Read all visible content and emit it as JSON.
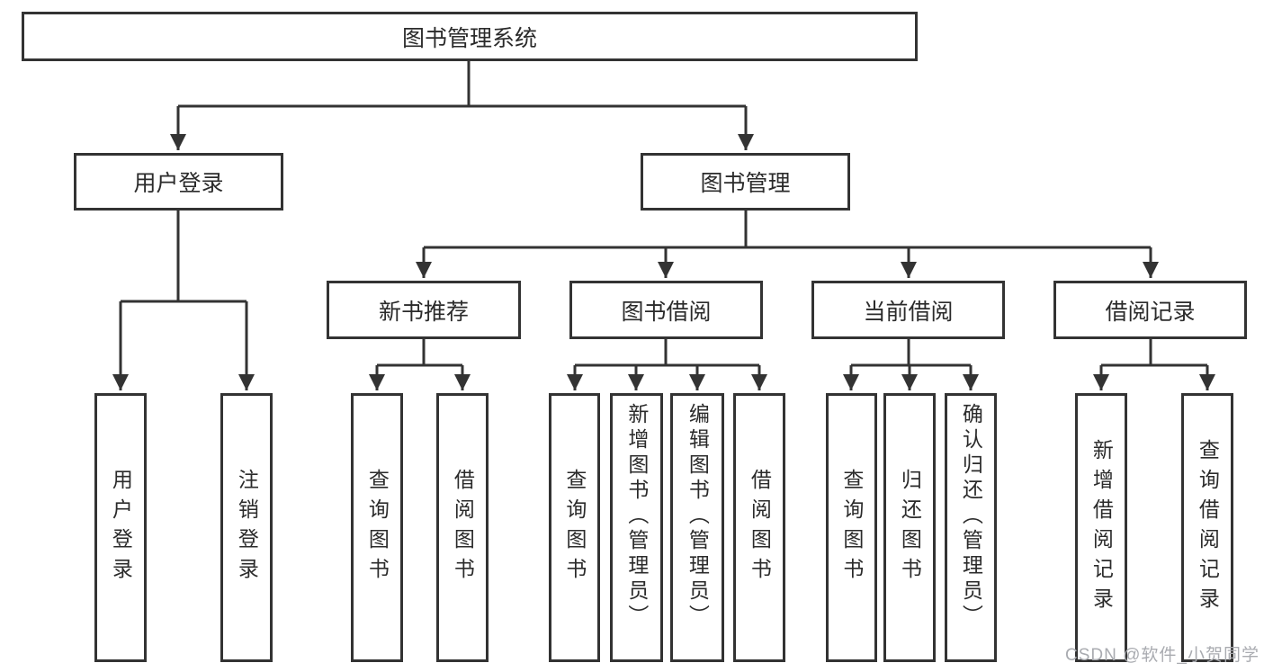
{
  "diagram": {
    "title": "图书管理系统",
    "nodes": {
      "root": "图书管理系统",
      "user_login": "用户登录",
      "book_management": "图书管理",
      "new_book_recommend": "新书推荐",
      "book_borrowing": "图书借阅",
      "current_borrowing": "当前借阅",
      "borrowing_records": "借阅记录",
      "leaf_user_login": "用户登录",
      "leaf_logout": "注销登录",
      "leaf_query_books_a": "查询图书",
      "leaf_borrow_books_a": "借阅图书",
      "leaf_query_books_b": "查询图书",
      "leaf_add_book_admin": "新增图书（管理员）",
      "leaf_edit_book_admin": "编辑图书（管理员）",
      "leaf_borrow_books_b": "借阅图书",
      "leaf_query_books_c": "查询图书",
      "leaf_return_books": "归还图书",
      "leaf_confirm_return_admin": "确认归还（管理员）",
      "leaf_add_borrow_record": "新增借阅记录",
      "leaf_query_borrow_record": "查询借阅记录"
    }
  },
  "watermark": {
    "text": "CSDN @软件_小贺同学"
  },
  "colors": {
    "line": "#333333",
    "text": "#2b2b2b",
    "watermark_color": "#a9abb0",
    "background": "#ffffff"
  }
}
